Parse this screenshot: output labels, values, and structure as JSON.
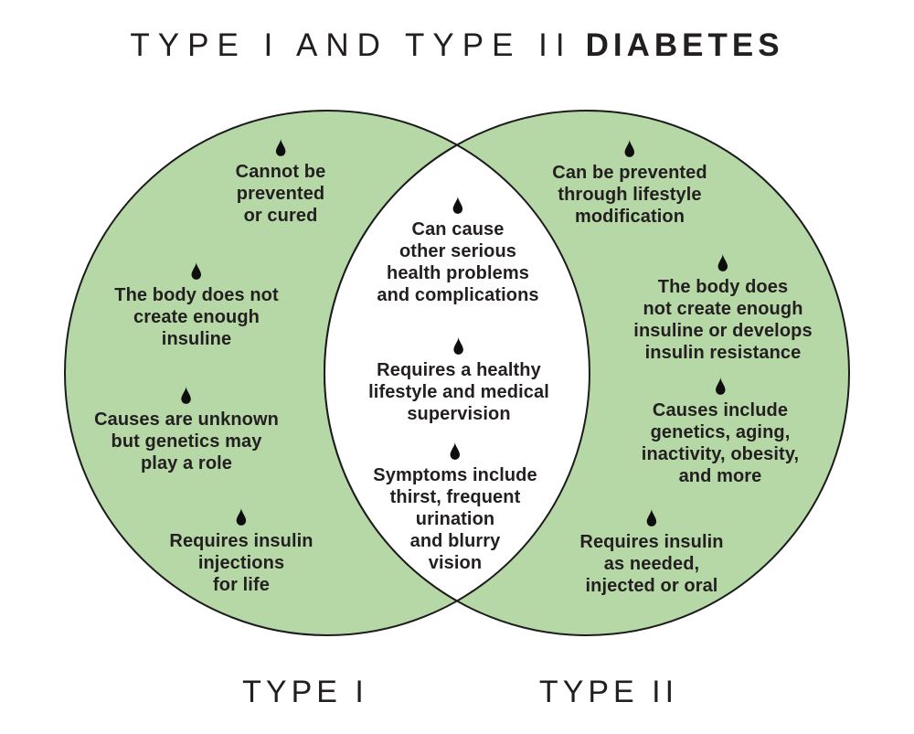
{
  "title": {
    "regular": "TYPE I AND TYPE II",
    "bold": "DIABETES"
  },
  "colors": {
    "circle_fill": "#b6d8a6",
    "circle_stroke": "#1c1c1c",
    "text": "#231f20",
    "background": "#ffffff"
  },
  "venn": {
    "left": {
      "label": "TYPE I",
      "items": [
        {
          "lines": [
            "Cannot be",
            "prevented",
            "or cured"
          ]
        },
        {
          "lines": [
            "The body does not",
            "create enough",
            "insuline"
          ]
        },
        {
          "lines": [
            "Causes are unknown",
            "but genetics may",
            "play a role"
          ]
        },
        {
          "lines": [
            "Requires insulin",
            "injections",
            "for life"
          ]
        }
      ]
    },
    "shared": {
      "items": [
        {
          "lines": [
            "Can cause",
            "other serious",
            "health problems",
            "and complications"
          ]
        },
        {
          "lines": [
            "Requires a healthy",
            "lifestyle and medical",
            "supervision"
          ]
        },
        {
          "lines": [
            "Symptoms include",
            "thirst, frequent",
            "urination",
            "and blurry",
            "vision"
          ]
        }
      ]
    },
    "right": {
      "label": "TYPE II",
      "items": [
        {
          "lines": [
            "Can be prevented",
            "through lifestyle",
            "modification"
          ]
        },
        {
          "lines": [
            "The body does",
            "not create enough",
            "insuline or develops",
            "insulin resistance"
          ]
        },
        {
          "lines": [
            "Causes include",
            "genetics, aging,",
            "inactivity, obesity,",
            "and more"
          ]
        },
        {
          "lines": [
            "Requires insulin",
            "as needed,",
            "injected or oral"
          ]
        }
      ]
    }
  }
}
